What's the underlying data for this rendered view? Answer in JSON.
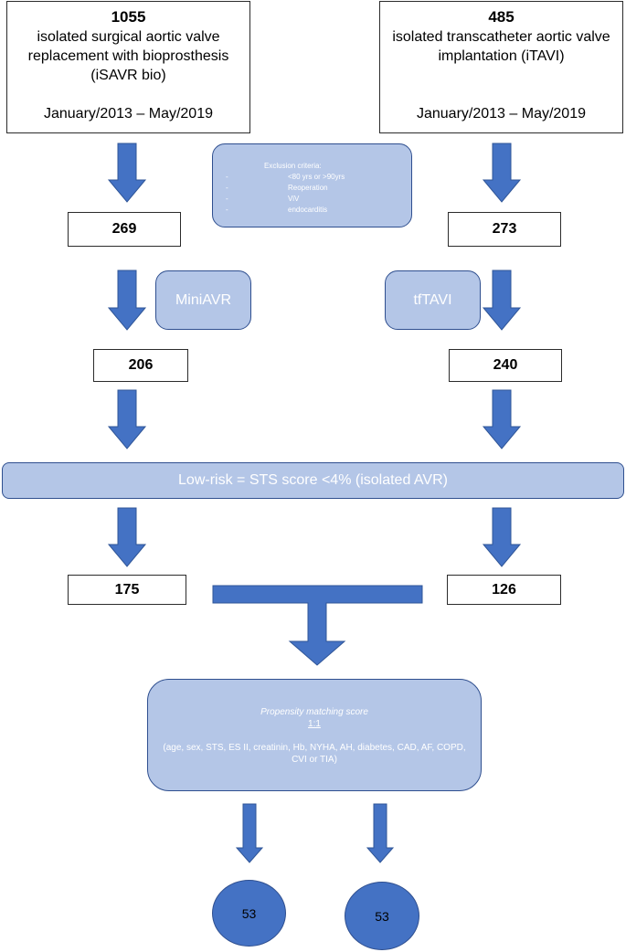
{
  "left_start": {
    "count": "1055",
    "lines": [
      "isolated surgical aortic valve",
      "replacement with bioprosthesis",
      "(iSAVR bio)"
    ],
    "period": "January/2013 – May/2019"
  },
  "right_start": {
    "count": "485",
    "lines": [
      "isolated transcatheter aortic valve",
      "implantation (iTAVI)"
    ],
    "period": "January/2013 – May/2019"
  },
  "exclusion": {
    "title": "Exclusion criteria:",
    "bullet": "-",
    "items": [
      "<80 yrs or >90yrs",
      "Reoperation",
      "ViV",
      "endocarditis"
    ]
  },
  "after_exclusion": {
    "left": "269",
    "right": "273"
  },
  "access": {
    "left": "MiniAVR",
    "right": "tfTAVI"
  },
  "after_access": {
    "left": "206",
    "right": "240"
  },
  "low_risk": "Low-risk = STS score <4% (isolated AVR)",
  "after_low_risk": {
    "left": "175",
    "right": "126"
  },
  "matching": {
    "title": "Propensity matching score",
    "ratio": "1:1",
    "variables": "(age, sex, STS, ES II, creatinin, Hb, NYHA, AH, diabetes, CAD, AF, COPD, CVI or TIA)"
  },
  "matched": {
    "left": "53",
    "right": "53"
  },
  "colors": {
    "arrow": "#4472c4",
    "box_fill": "#b4c6e7",
    "circle": "#4472c4"
  }
}
